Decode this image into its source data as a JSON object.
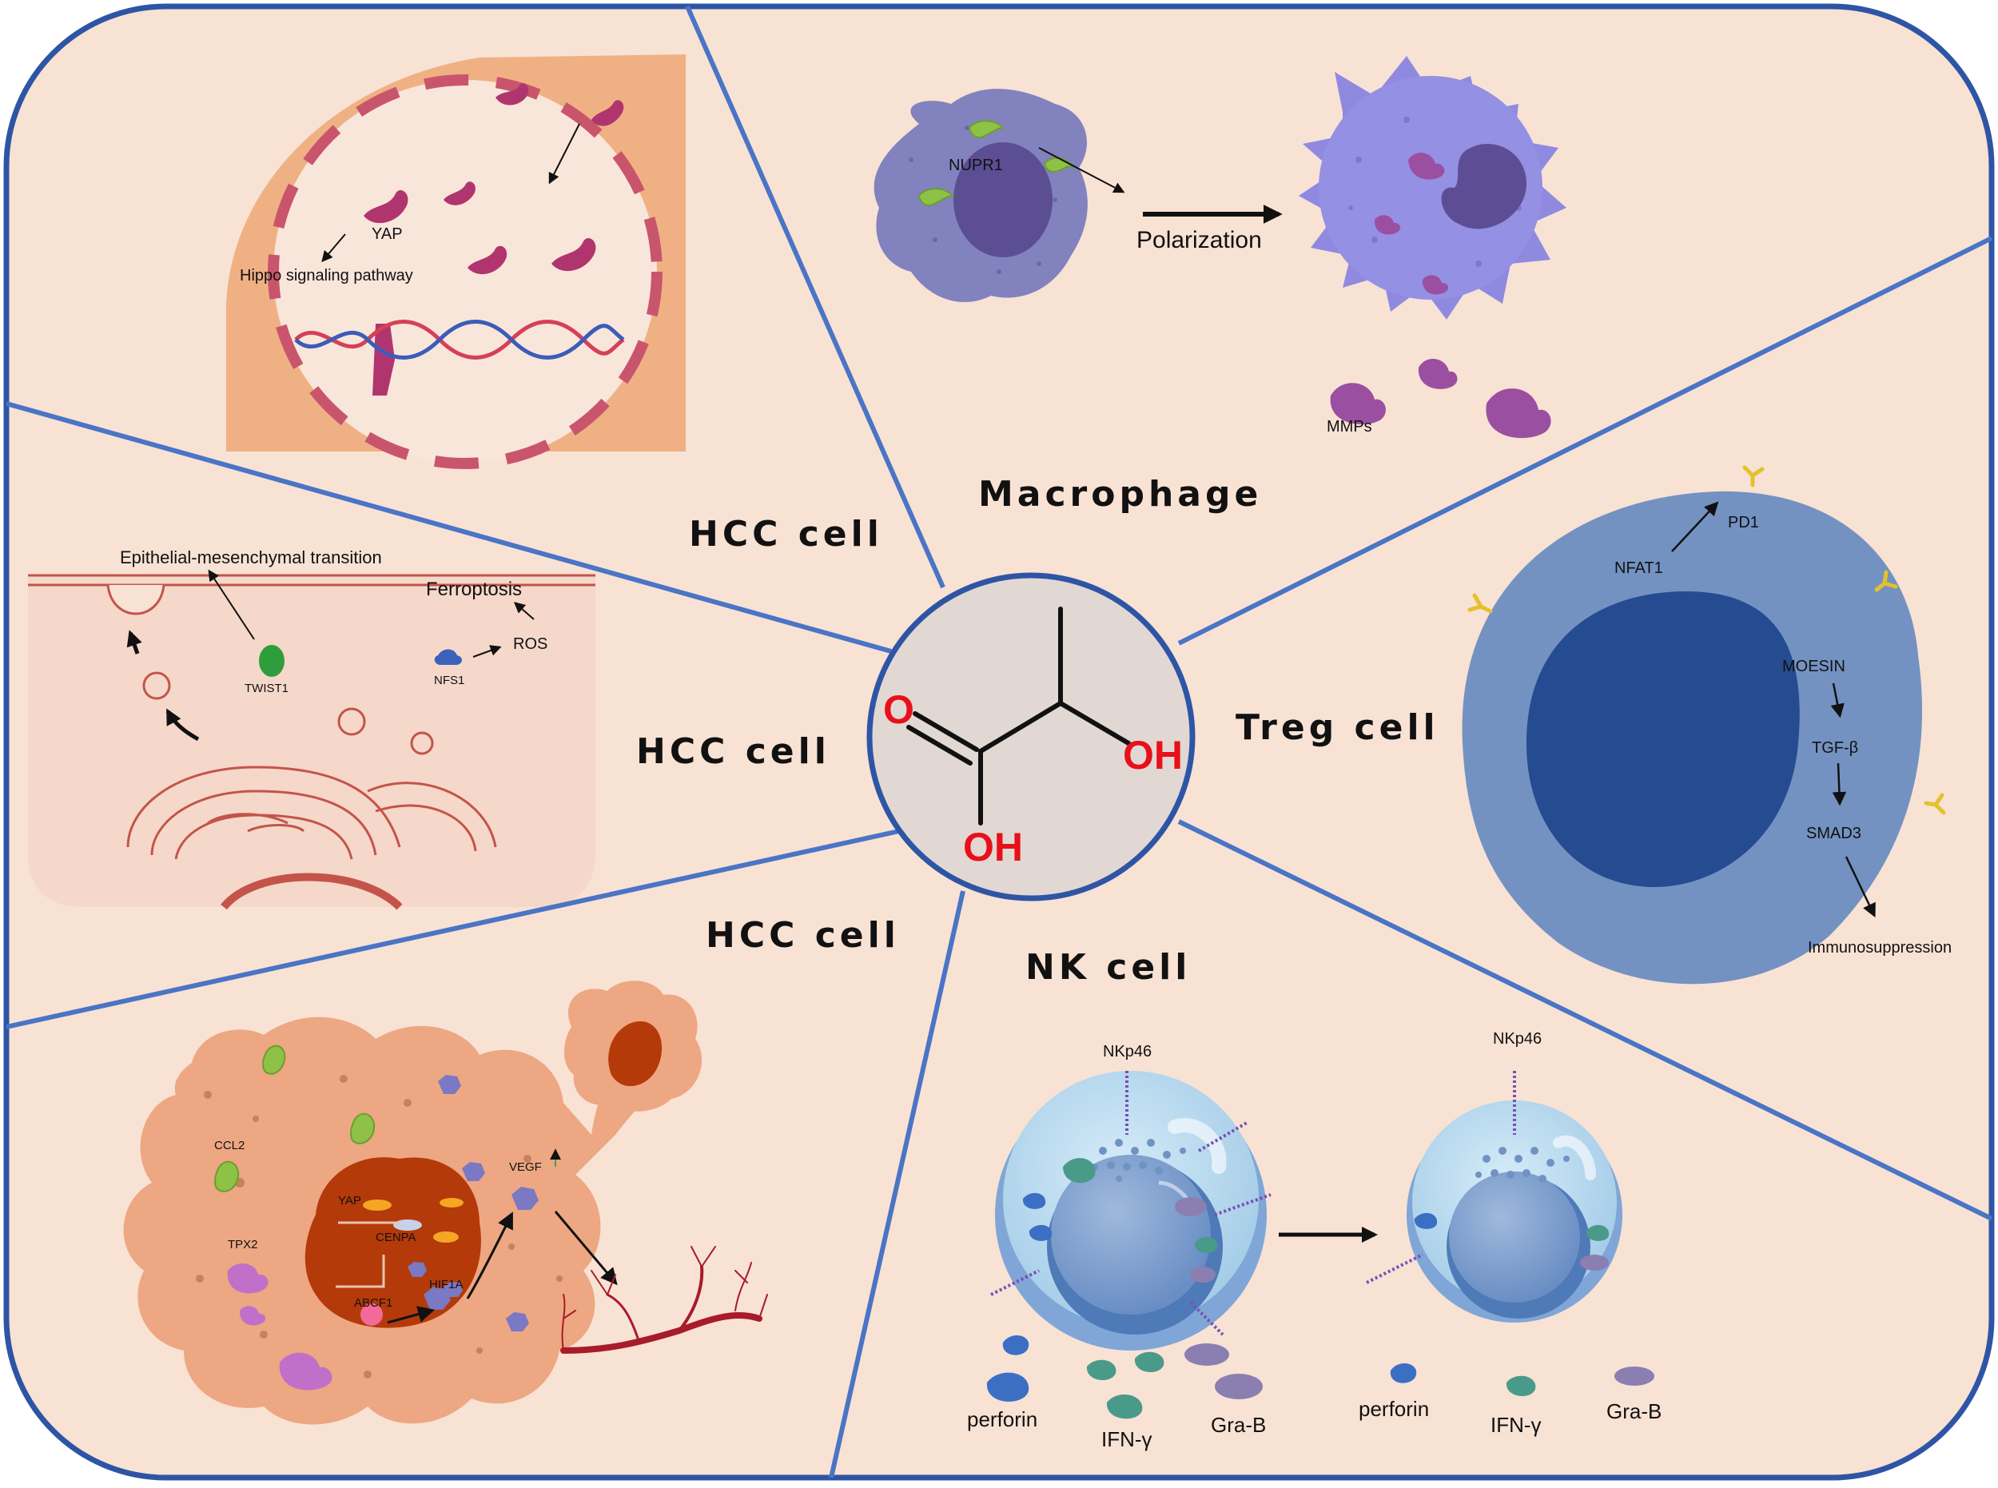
{
  "center": {
    "oh_right": "OH",
    "oh_bottom": "OH",
    "o_left": "O"
  },
  "sections": {
    "hcc_top": {
      "title": "HCC cell",
      "yap": "YAP",
      "hippo": "Hippo signaling pathway"
    },
    "macrophage": {
      "title": "Macrophage",
      "nupr1": "NUPR1",
      "polarization": "Polarization",
      "mmps": "MMPs"
    },
    "hcc_mid": {
      "title": "HCC cell",
      "emt": "Epithelial-mesenchymal transition",
      "ferroptosis": "Ferroptosis",
      "ros": "ROS",
      "twist1": "TWIST1",
      "nfs1": "NFS1"
    },
    "treg": {
      "title": "Treg cell",
      "pd1": "PD1",
      "nfat1": "NFAT1",
      "moesin": "MOESIN",
      "tgfb": "TGF-β",
      "smad3": "SMAD3",
      "immunosuppression": "Immunosuppression"
    },
    "hcc_bottom": {
      "title": "HCC cell",
      "ccl2": "CCL2",
      "tpx2": "TPX2",
      "yap": "YAP",
      "cenpa": "CENPA",
      "abcf1": "ABCF1",
      "hif1a": "HIF1A",
      "vegf": "VEGF"
    },
    "nk": {
      "title": "NK cell",
      "nkp46_left": "NKp46",
      "nkp46_right": "NKp46",
      "perforin_left": "perforin",
      "ifng_left": "IFN-γ",
      "grab_left": "Gra-B",
      "perforin_right": "perforin",
      "ifng_right": "IFN-γ",
      "grab_right": "Gra-B"
    }
  },
  "colors": {
    "background": "#f8e2d4",
    "frame": "#2e55a5",
    "divider": "#4a74c6",
    "center_fill": "#e2d8d3",
    "heteroatom": "#e8101a",
    "treg_outer": "#7392c2",
    "treg_nucleus": "#254b90",
    "macrophage": "#8b84c6",
    "hcc_tissue": "#eda782",
    "nk_cell": "#bcdcf0"
  }
}
